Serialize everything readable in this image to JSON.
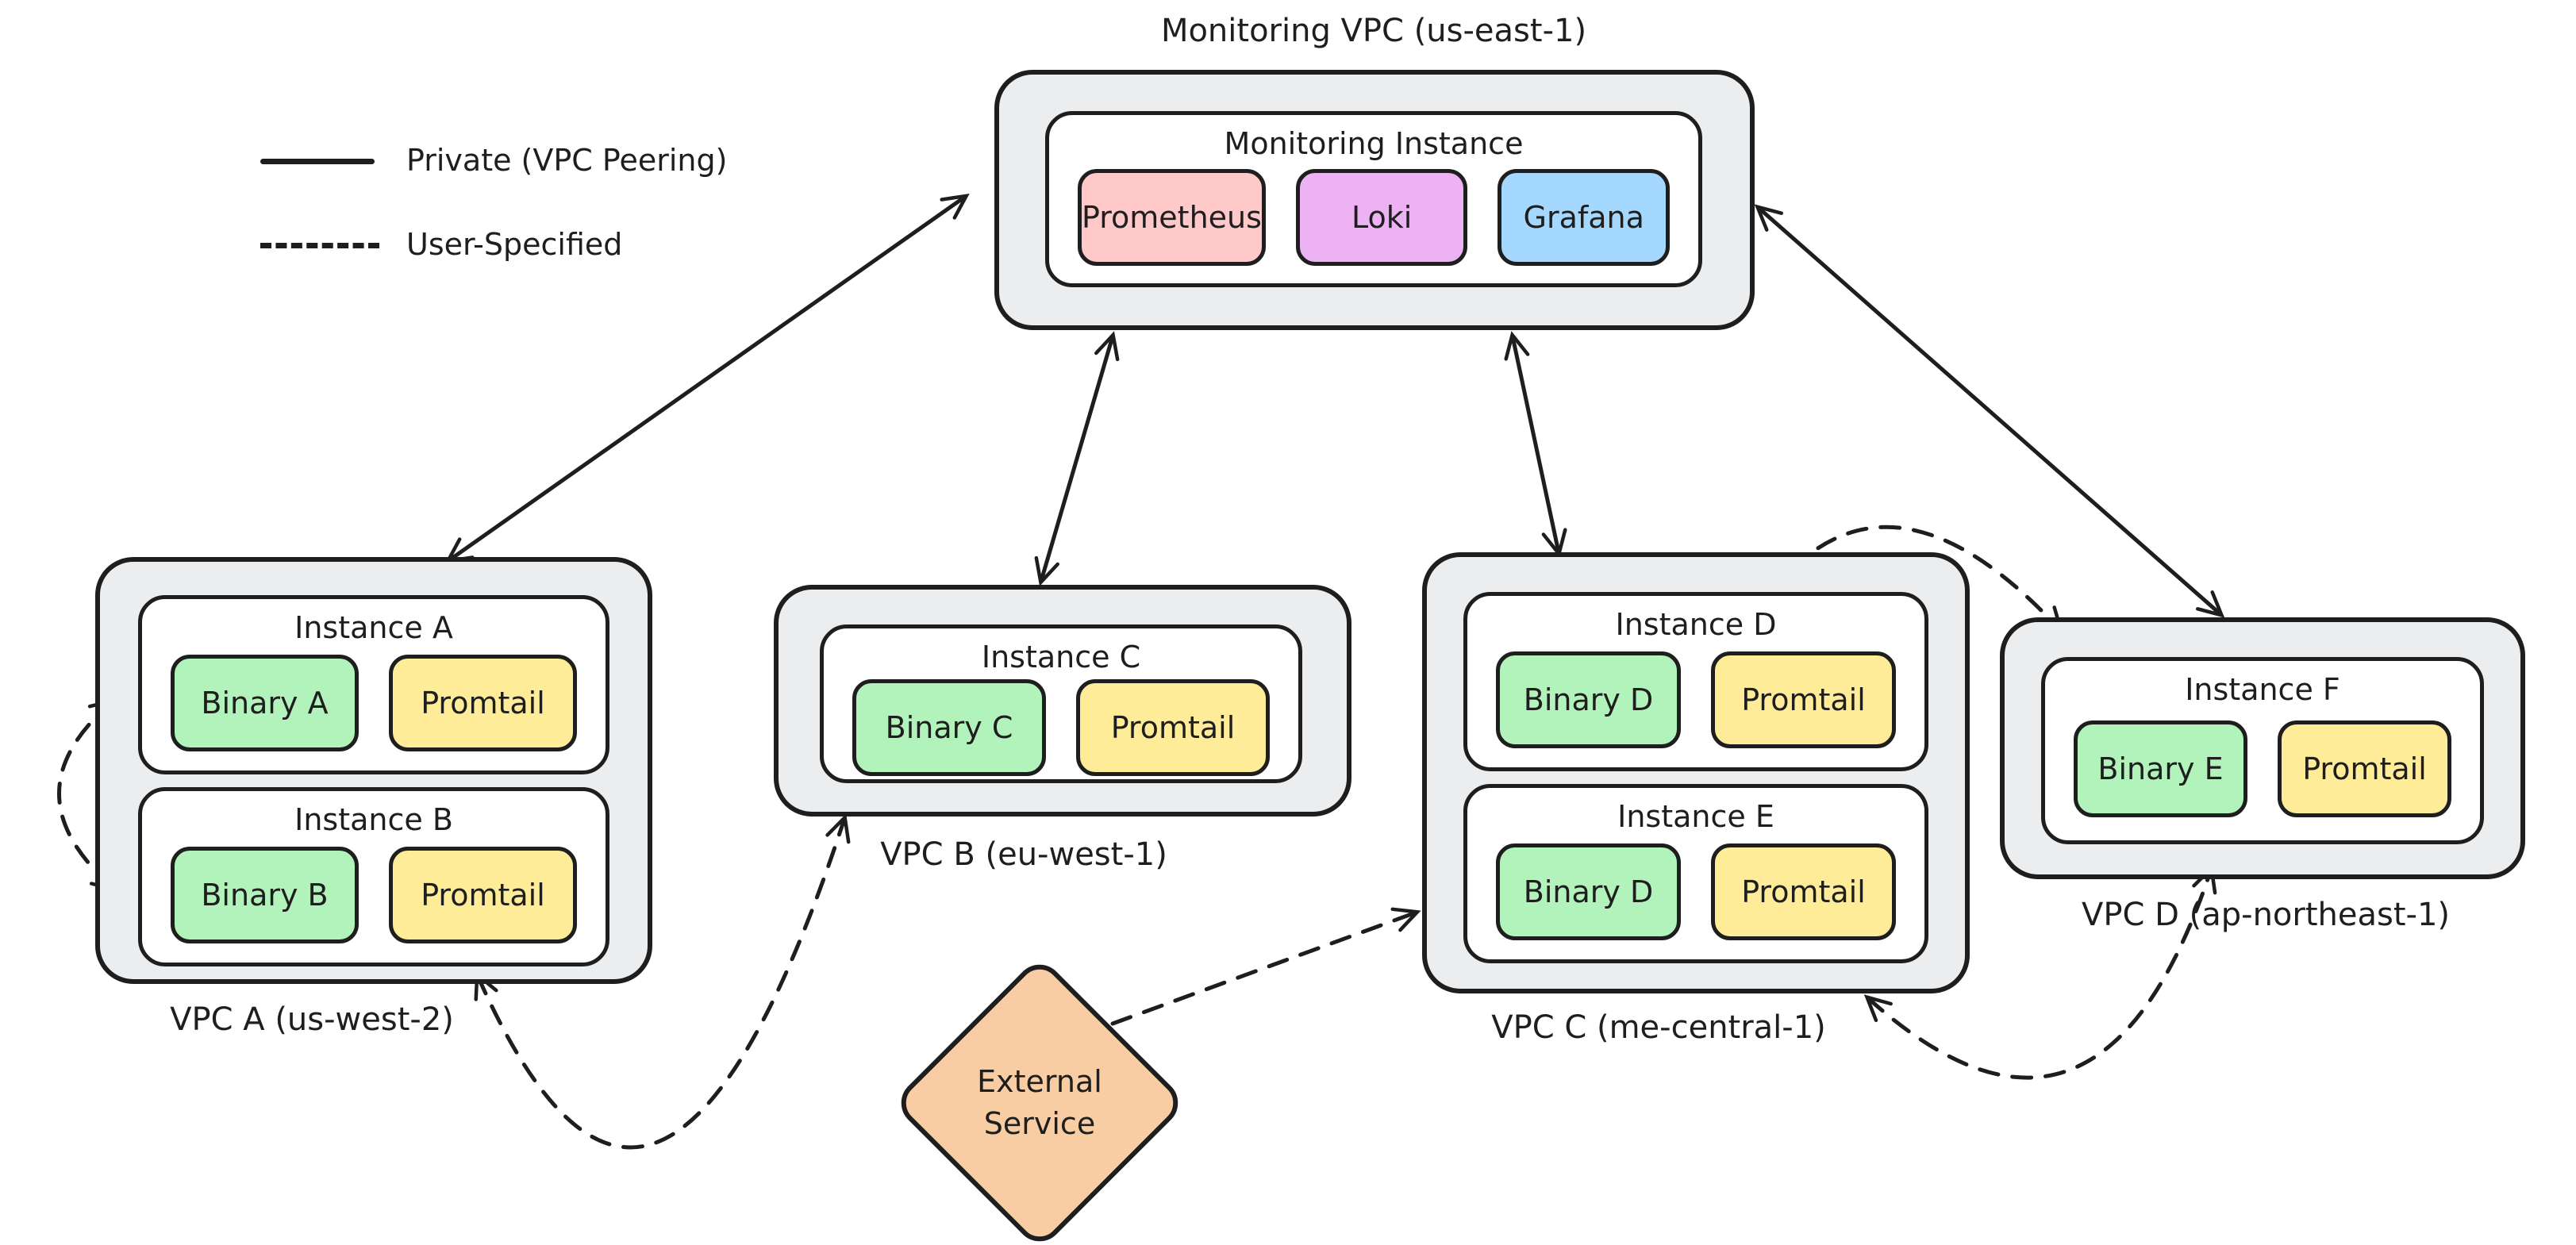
{
  "legend": {
    "private_label": "Private (VPC Peering)",
    "user_label": "User-Specified"
  },
  "monitoring": {
    "title": "Monitoring VPC (us-east-1)",
    "instance": "Monitoring Instance",
    "services": [
      "Prometheus",
      "Loki",
      "Grafana"
    ]
  },
  "vpcs": [
    {
      "label": "VPC A (us-west-2)",
      "instances": [
        {
          "name": "Instance A",
          "binary": "Binary A",
          "agent": "Promtail"
        },
        {
          "name": "Instance B",
          "binary": "Binary B",
          "agent": "Promtail"
        }
      ]
    },
    {
      "label": "VPC B (eu-west-1)",
      "instances": [
        {
          "name": "Instance C",
          "binary": "Binary C",
          "agent": "Promtail"
        }
      ]
    },
    {
      "label": "VPC C (me-central-1)",
      "instances": [
        {
          "name": "Instance D",
          "binary": "Binary D",
          "agent": "Promtail"
        },
        {
          "name": "Instance E",
          "binary": "Binary D",
          "agent": "Promtail"
        }
      ]
    },
    {
      "label": "VPC D (ap-northeast-1)",
      "instances": [
        {
          "name": "Instance F",
          "binary": "Binary E",
          "agent": "Promtail"
        }
      ]
    }
  ],
  "external": {
    "label": "External Service"
  },
  "connections": [
    {
      "from": "Monitoring VPC",
      "to": "VPC A",
      "type": "private",
      "bidirectional": true
    },
    {
      "from": "Monitoring VPC",
      "to": "VPC B",
      "type": "private",
      "bidirectional": true
    },
    {
      "from": "Monitoring VPC",
      "to": "VPC C",
      "type": "private",
      "bidirectional": true
    },
    {
      "from": "Monitoring VPC",
      "to": "VPC D",
      "type": "private",
      "bidirectional": true
    },
    {
      "from": "Instance A",
      "to": "Instance B",
      "type": "user-specified",
      "bidirectional": true
    },
    {
      "from": "VPC A",
      "to": "VPC B",
      "type": "user-specified",
      "bidirectional": true
    },
    {
      "from": "External Service",
      "to": "VPC C",
      "type": "user-specified",
      "bidirectional": false
    },
    {
      "from": "VPC C",
      "to": "VPC D",
      "type": "user-specified",
      "bidirectional": true,
      "route": "top"
    },
    {
      "from": "VPC C",
      "to": "VPC D",
      "type": "user-specified",
      "bidirectional": true,
      "route": "bottom"
    }
  ],
  "colors": {
    "ink": "#1E1E1E",
    "gray": "#EBEDEF",
    "red": "#FFC9C9",
    "purple": "#EDB2F3",
    "blue": "#A5D8FF",
    "green": "#B2F2BB",
    "yellow": "#FFEC99",
    "orange": "#F8CDA4",
    "white": "#FFFFFF"
  }
}
